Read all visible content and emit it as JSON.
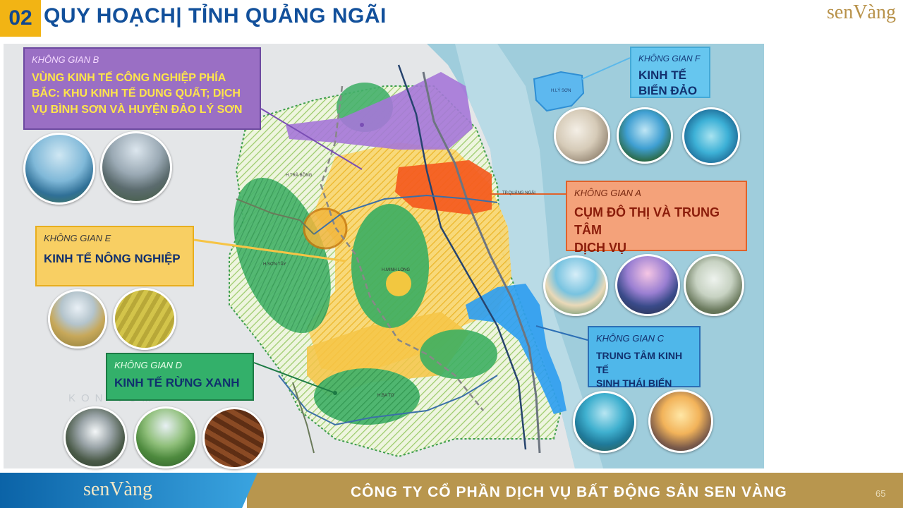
{
  "header": {
    "number": "02",
    "title": "QUY HOẠCH| TỈNH QUẢNG NGÃI",
    "logo": "senVàng"
  },
  "map_labels": {
    "ly_son": "H.LÝ SƠN",
    "tra_bong": "H.TRÀ BỒNG",
    "son_tay": "H.SƠN TÂY",
    "minh_long": "H.MINH LONG",
    "ba_to": "H.BA TƠ",
    "tp_quang_ngai": "TP.QUẢNG NGÃI",
    "kontum": "KON TUM"
  },
  "zones": {
    "b": {
      "kicker": "KHÔNG GIAN B",
      "title": "VÙNG KINH TẾ CÔNG NGHIỆP PHÍA BẮC: KHU KINH TẾ DUNG QUẤT; DỊCH VỤ BÌNH SƠN VÀ HUYỆN ĐẢO LÝ SƠN"
    },
    "f": {
      "kicker": "KHÔNG GIAN F",
      "title_l1": "KINH TẾ",
      "title_l2": "BIỂN ĐẢO"
    },
    "a": {
      "kicker": "KHÔNG GIAN A",
      "title_l1": "CỤM ĐÔ THỊ VÀ TRUNG TÂM",
      "title_l2": "DỊCH VỤ"
    },
    "e": {
      "kicker": "KHÔNG GIAN E",
      "title": "KINH TẾ NÔNG NGHIỆP"
    },
    "c": {
      "kicker": "KHÔNG GIAN C",
      "title_l1": "TRUNG TÂM KINH TẾ",
      "title_l2": "SINH THÁI BIỂN"
    },
    "d": {
      "kicker": "KHÔNG GIAN D",
      "title": "KINH TẾ RỪNG XANH"
    }
  },
  "colors": {
    "purple": "#9a6fc4",
    "orange": "#f45a1e",
    "yellow": "#f6c445",
    "green": "#3daf62",
    "blue": "#2f9ef0",
    "sea": "#8cc3d8",
    "gold": "#b8964e",
    "navy": "#12509b"
  },
  "footer": {
    "logo": "senVàng",
    "company": "CÔNG TY CỔ PHẦN DỊCH VỤ BẤT ĐỘNG SẢN SEN VÀNG",
    "page": "65"
  }
}
